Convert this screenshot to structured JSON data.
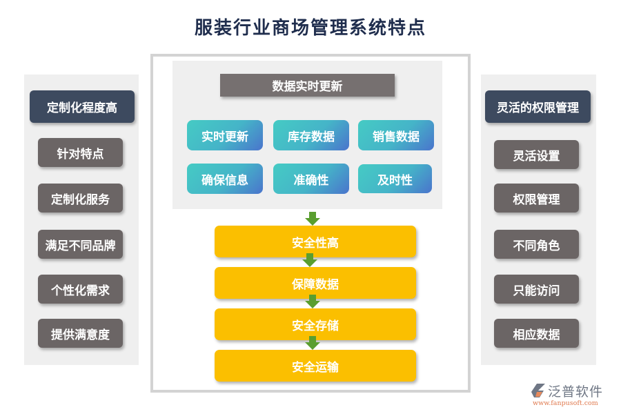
{
  "title": "服装行业商场管理系统特点",
  "left": {
    "header": "定制化程度高",
    "items": [
      "针对特点",
      "定制化服务",
      "满足不同品牌",
      "个性化需求",
      "提供满意度"
    ]
  },
  "right": {
    "header": "灵活的权限管理",
    "items": [
      "灵活设置",
      "权限管理",
      "不同角色",
      "只能访问",
      "相应数据"
    ]
  },
  "center": {
    "header": "数据实时更新",
    "grid": [
      "实时更新",
      "库存数据",
      "销售数据",
      "确保信息",
      "准确性",
      "及时性"
    ],
    "flow": [
      "安全性高",
      "保障数据",
      "安全存储",
      "安全运输"
    ]
  },
  "logo": {
    "name": "泛普软件",
    "url": "www.fanpusoft.com"
  },
  "colors": {
    "dark": "#3d4a5f",
    "gray": "#6b6565",
    "yellow": "#fbbf00",
    "arrow": "#5a9e2f"
  }
}
